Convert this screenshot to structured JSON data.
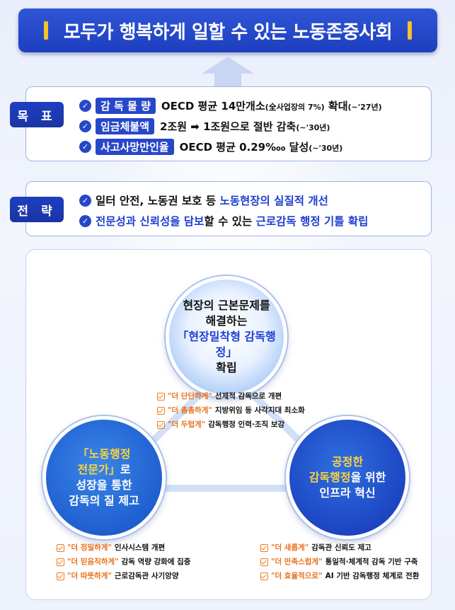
{
  "title": "모두가 행복하게 일할 수 있는 노동존중사회",
  "goal_tag": "목 표",
  "goals": [
    {
      "label": "감 독 물 량",
      "text": "OECD 평균 14만개소",
      "small": "(全사업장의 7%)",
      "text2": " 확대",
      "small2": "(~'27년)"
    },
    {
      "label": "임금체불액",
      "text": "2조원 ➡ 1조원으로 절반 감축",
      "small": "(~'30년)",
      "text2": "",
      "small2": ""
    },
    {
      "label": "사고사망만인율",
      "text": "OECD 평균 0.29‱ 달성",
      "small": "(~'30년)",
      "text2": "",
      "small2": ""
    }
  ],
  "strategy_tag": "전 략",
  "strategies": [
    {
      "part1": "일터 안전, 노동권 보호 등 ",
      "part2": "노동현장의 실질적 개선",
      "part3": "",
      "part4": ""
    },
    {
      "part1": "전문성과 신뢰성을 담보",
      "part2": "할 수 있는 ",
      "part3": "근로감독 행정 기틀 확립",
      "part4": ""
    }
  ],
  "circles": {
    "top": {
      "line1": "현장의 근본문제를",
      "line2": "해결하는",
      "line3": "「현장밀착형 감독행정」",
      "line4": "확립"
    },
    "left": {
      "line1": "「노동행정",
      "line2a": "전문가」",
      "line2b": "로",
      "line3": "성장을 통한",
      "line4": "감독의 질 제고"
    },
    "right": {
      "line1": "공정한",
      "line2a": "감독행정",
      "line2b": "을 위한",
      "line3": "인프라 혁신"
    }
  },
  "center_items": [
    {
      "quote": "\"더 단단하게\"",
      "text": "선제적 감독으로 개편"
    },
    {
      "quote": "\"더 촘촘하게\"",
      "text": "지방위임 등 사각지대 최소화"
    },
    {
      "quote": "\"더 두텁게\"",
      "text": "감독행정 인력·조직 보강"
    }
  ],
  "left_items": [
    {
      "quote": "\"더 정밀하게\"",
      "text": "인사시스템 개편"
    },
    {
      "quote": "\"더 믿음직하게\"",
      "text": "감독 역량 강화에 집중"
    },
    {
      "quote": "\"더 따뜻하게\"",
      "text": "근로감독관 사기앙양"
    }
  ],
  "right_items": [
    {
      "quote": "\"더 새롭게\"",
      "text": "감독관 신뢰도 제고"
    },
    {
      "quote": "\"더 만족스럽게\"",
      "text": "통일적·체계적 감독 기반 구축"
    },
    {
      "quote": "\"더 효율적으로\"",
      "text": "AI 기반 감독행정 체계로 전환"
    }
  ]
}
